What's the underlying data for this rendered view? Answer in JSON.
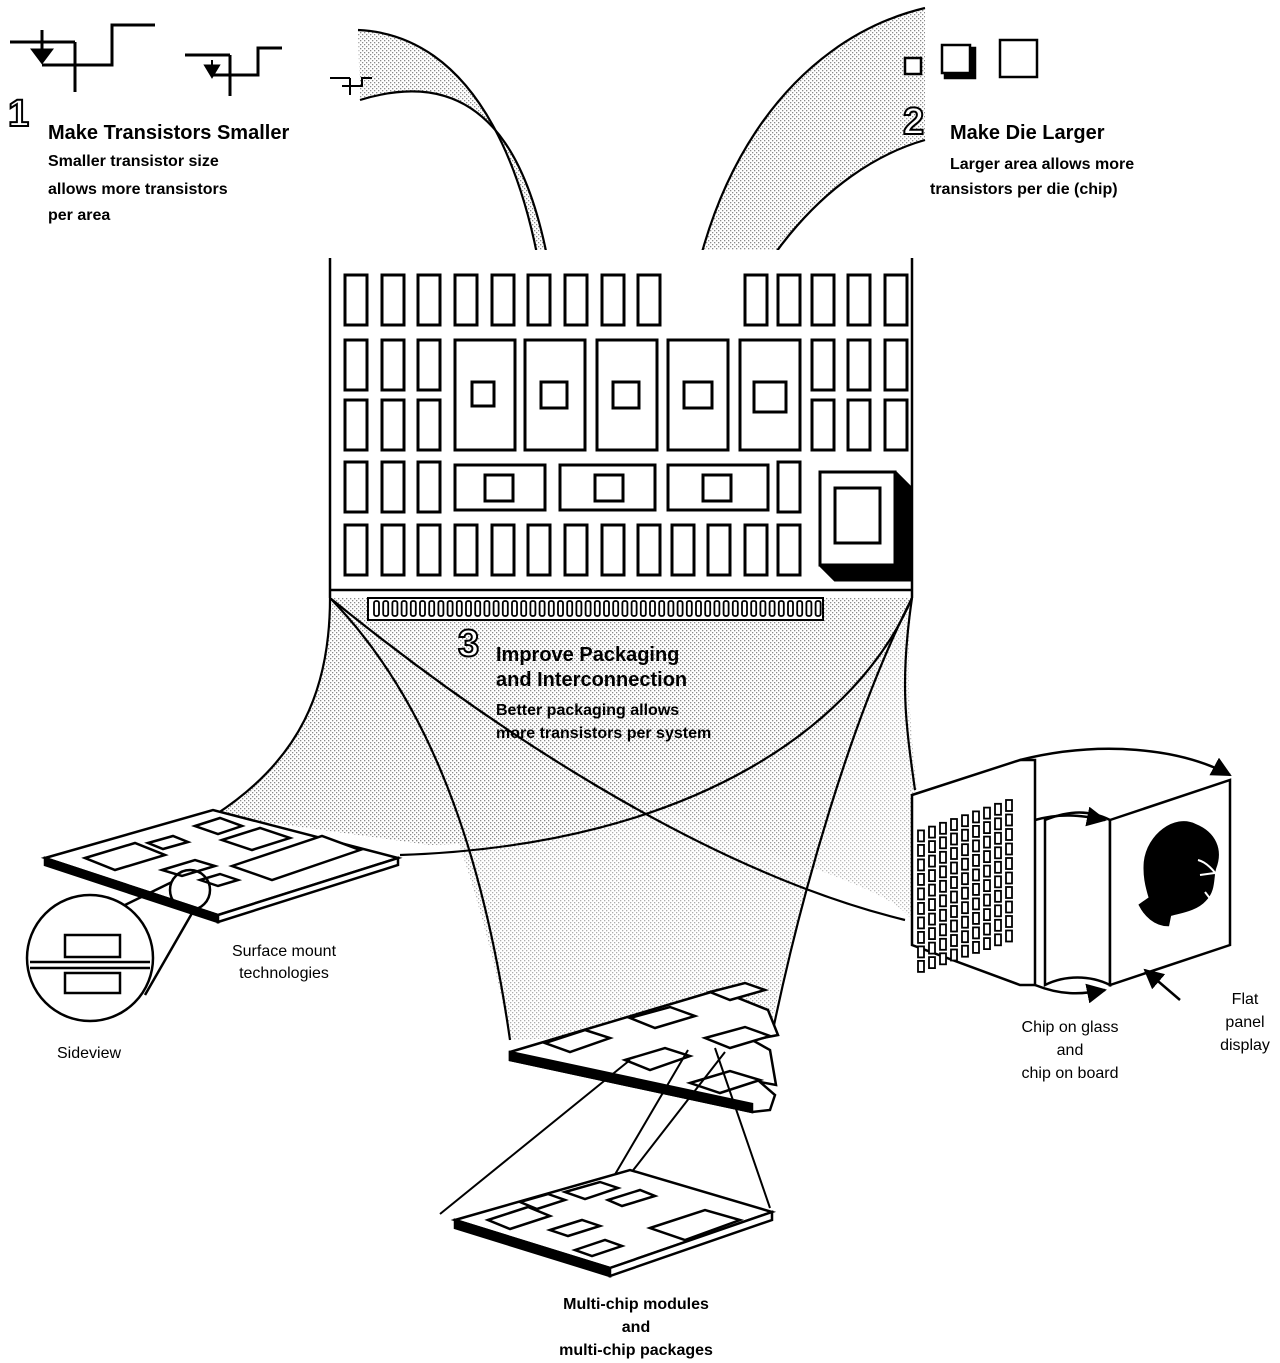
{
  "figure": {
    "step1": {
      "number": "1",
      "heading": "Make Transistors Smaller",
      "lines": [
        "Smaller transistor size",
        "allows more transistors",
        "per area"
      ]
    },
    "step2": {
      "number": "2",
      "heading": "Make Die Larger",
      "lines": [
        "Larger area allows more",
        "transistors per die (chip)"
      ]
    },
    "step3": {
      "number": "3",
      "heading_lines": [
        "Improve Packaging",
        "and Interconnection"
      ],
      "lines": [
        "Better packaging allows",
        "more transistors per system"
      ]
    },
    "labels": {
      "surface_mount": [
        "Surface mount",
        "technologies"
      ],
      "sideview": "Sideview",
      "multichip": [
        "Multi-chip modules",
        "and",
        "multi-chip packages"
      ],
      "chip_on_glass": [
        "Chip on glass",
        "and",
        "chip on board"
      ],
      "flat_panel": [
        "Flat",
        "panel",
        "display"
      ]
    }
  }
}
